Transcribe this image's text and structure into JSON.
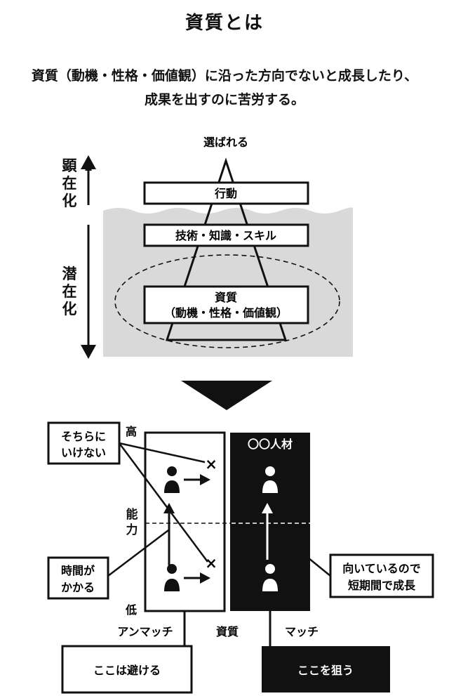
{
  "header": {
    "title": "資質とは",
    "subtitle_line1": "資質（動機・性格・価値観）に沿った方向でないと成長したり、",
    "subtitle_line2": "成果を出すのに苦労する。"
  },
  "iceberg": {
    "top_label": "選ばれる",
    "layer_top": "行動",
    "layer_middle": "技術・知識・スキル",
    "layer_bottom_line1": "資質",
    "layer_bottom_line2": "（動機・性格・価値観）",
    "visible_label": "顕在化",
    "latent_label": "潜在化"
  },
  "matrix": {
    "axis_high": "高",
    "axis_ability": "能力",
    "axis_low": "低",
    "axis_x": "資質",
    "column_left_label": "アンマッチ",
    "column_right_label": "マッチ",
    "column_right_title": "〇〇人材",
    "callout_cannot_reach_line1": "そちらに",
    "callout_cannot_reach_line2": "いけない",
    "callout_takes_time_line1": "時間が",
    "callout_takes_time_line2": "かかる",
    "callout_suited_line1": "向いているので",
    "callout_suited_line2": "短期間で成長",
    "avoid_button": "ここは避ける",
    "target_button": "ここを狙う",
    "cross_mark": "×"
  },
  "colors": {
    "water": "#d9d9d9",
    "ink": "#111111",
    "paper": "#ffffff"
  }
}
